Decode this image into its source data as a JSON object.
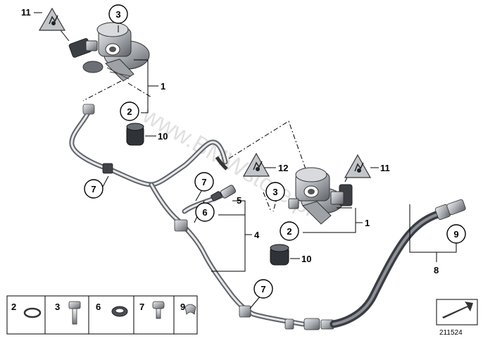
{
  "watermark": "www.BMWstore.pl",
  "diagram_number": "211524",
  "callouts": {
    "c1a": "1",
    "c1b": "1",
    "c2a": "2",
    "c2b": "2",
    "c3a": "3",
    "c3b": "3",
    "c4": "4",
    "c5": "5",
    "c6": "6",
    "c7a": "7",
    "c7b": "7",
    "c7c": "7",
    "c8": "8",
    "c9": "9",
    "c10a": "10",
    "c10b": "10",
    "c11a": "11",
    "c11b": "11",
    "c12": "12"
  },
  "legend": [
    {
      "num": "2",
      "icon": "o-ring-icon"
    },
    {
      "num": "3",
      "icon": "hex-bolt-icon"
    },
    {
      "num": "6",
      "icon": "sealing-ring-icon"
    },
    {
      "num": "7",
      "icon": "torx-bolt-icon"
    },
    {
      "num": "9",
      "icon": "clip-icon"
    }
  ],
  "colors": {
    "metal_dark": "#5c6066",
    "metal_light": "#c9ccd0",
    "hose": "#6c7078",
    "warning_fill": "#c2c6ca"
  }
}
